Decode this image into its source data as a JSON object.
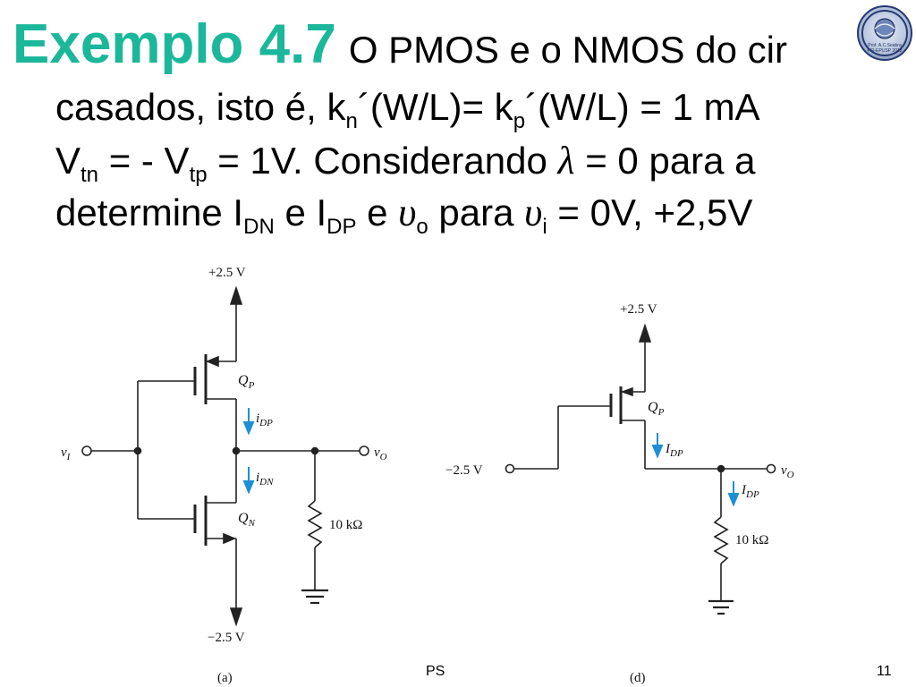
{
  "slide": {
    "title_prefix": "Exemplo 4.7",
    "line1": "O PMOS e o NMOS do cir",
    "line2_a": "casados, isto é, k",
    "line2_n": "n",
    "line2_b": "´(W/L)= k",
    "line2_p": "p",
    "line2_c": "´(W/L) = 1 mA",
    "line3_a": "V",
    "line3_tn": "tn",
    "line3_b": " = - V",
    "line3_tp": "tp",
    "line3_c": " = 1V. Considerando ",
    "line3_lambda": "λ",
    "line3_d": " = 0 para a",
    "line4_a": "determine I",
    "line4_dn": "DN",
    "line4_b": " e I",
    "line4_dp": "DP",
    "line4_c": " e ",
    "line4_v1": "υ",
    "line4_o": "o",
    "line4_d": " para ",
    "line4_v2": "υ",
    "line4_i": "i",
    "line4_e": " = 0V, +2,5V"
  },
  "seal_text": {
    "line1": "Prof. A.C.Seabra",
    "line2": "PSI-EPUSP 2012"
  },
  "circuit_a": {
    "supply_top": "+2.5 V",
    "supply_bottom": "−2.5 V",
    "input_label": "v",
    "input_sub": "I",
    "output_label": "v",
    "output_sub": "O",
    "qp_label": "Q",
    "qp_sub": "P",
    "qn_label": "Q",
    "qn_sub": "N",
    "idp_label": "i",
    "idp_sub": "DP",
    "idn_label": "i",
    "idn_sub": "DN",
    "resistor": "10 kΩ",
    "caption": "(a)"
  },
  "circuit_d": {
    "supply_top": "+2.5 V",
    "input_voltage": "−2.5 V",
    "output_label": "v",
    "output_sub": "O",
    "qp_label": "Q",
    "qp_sub": "P",
    "idp1_label": "I",
    "idp1_sub": "DP",
    "idp2_label": "I",
    "idp2_sub": "DP",
    "resistor": "10 kΩ",
    "caption": "(d)"
  },
  "footer": {
    "course": "PS",
    "page": "11"
  },
  "colors": {
    "title": "#1bb79a",
    "current_arrow": "#1e8fd6",
    "wire": "#222222"
  }
}
